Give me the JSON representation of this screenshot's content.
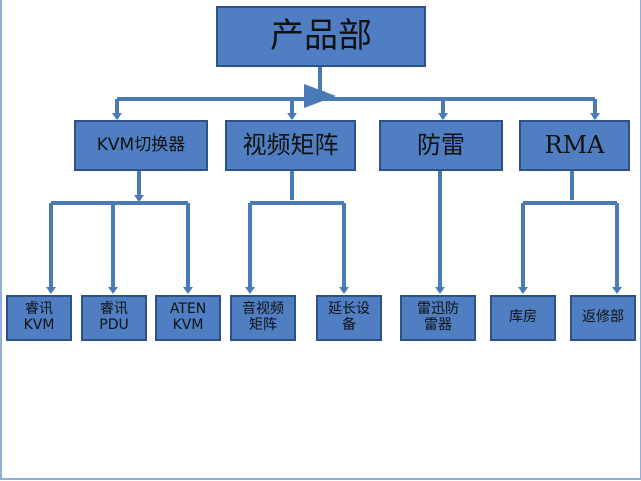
{
  "diagram": {
    "root": "产品部",
    "categories": [
      {
        "label": "KVM切换器",
        "children": [
          {
            "line1": "睿讯",
            "line2": "KVM"
          },
          {
            "line1": "睿讯",
            "line2": "PDU"
          },
          {
            "line1": "ATEN",
            "line2": "KVM"
          }
        ]
      },
      {
        "label": "视频矩阵",
        "children": [
          {
            "line1": "音视频",
            "line2": "矩阵"
          },
          {
            "line1": "延长设",
            "line2": "备"
          }
        ]
      },
      {
        "label": "防雷",
        "children": [
          {
            "line1": "雷迅防",
            "line2": "雷器"
          }
        ]
      },
      {
        "label": "RMA",
        "children": [
          {
            "line1": "库房",
            "line2": ""
          },
          {
            "line1": "返修部",
            "line2": ""
          }
        ]
      }
    ]
  },
  "colors": {
    "node_fill": "#4f7fc2",
    "node_border": "#2e5286",
    "connector": "#4a7ab8",
    "text": "#111111"
  }
}
